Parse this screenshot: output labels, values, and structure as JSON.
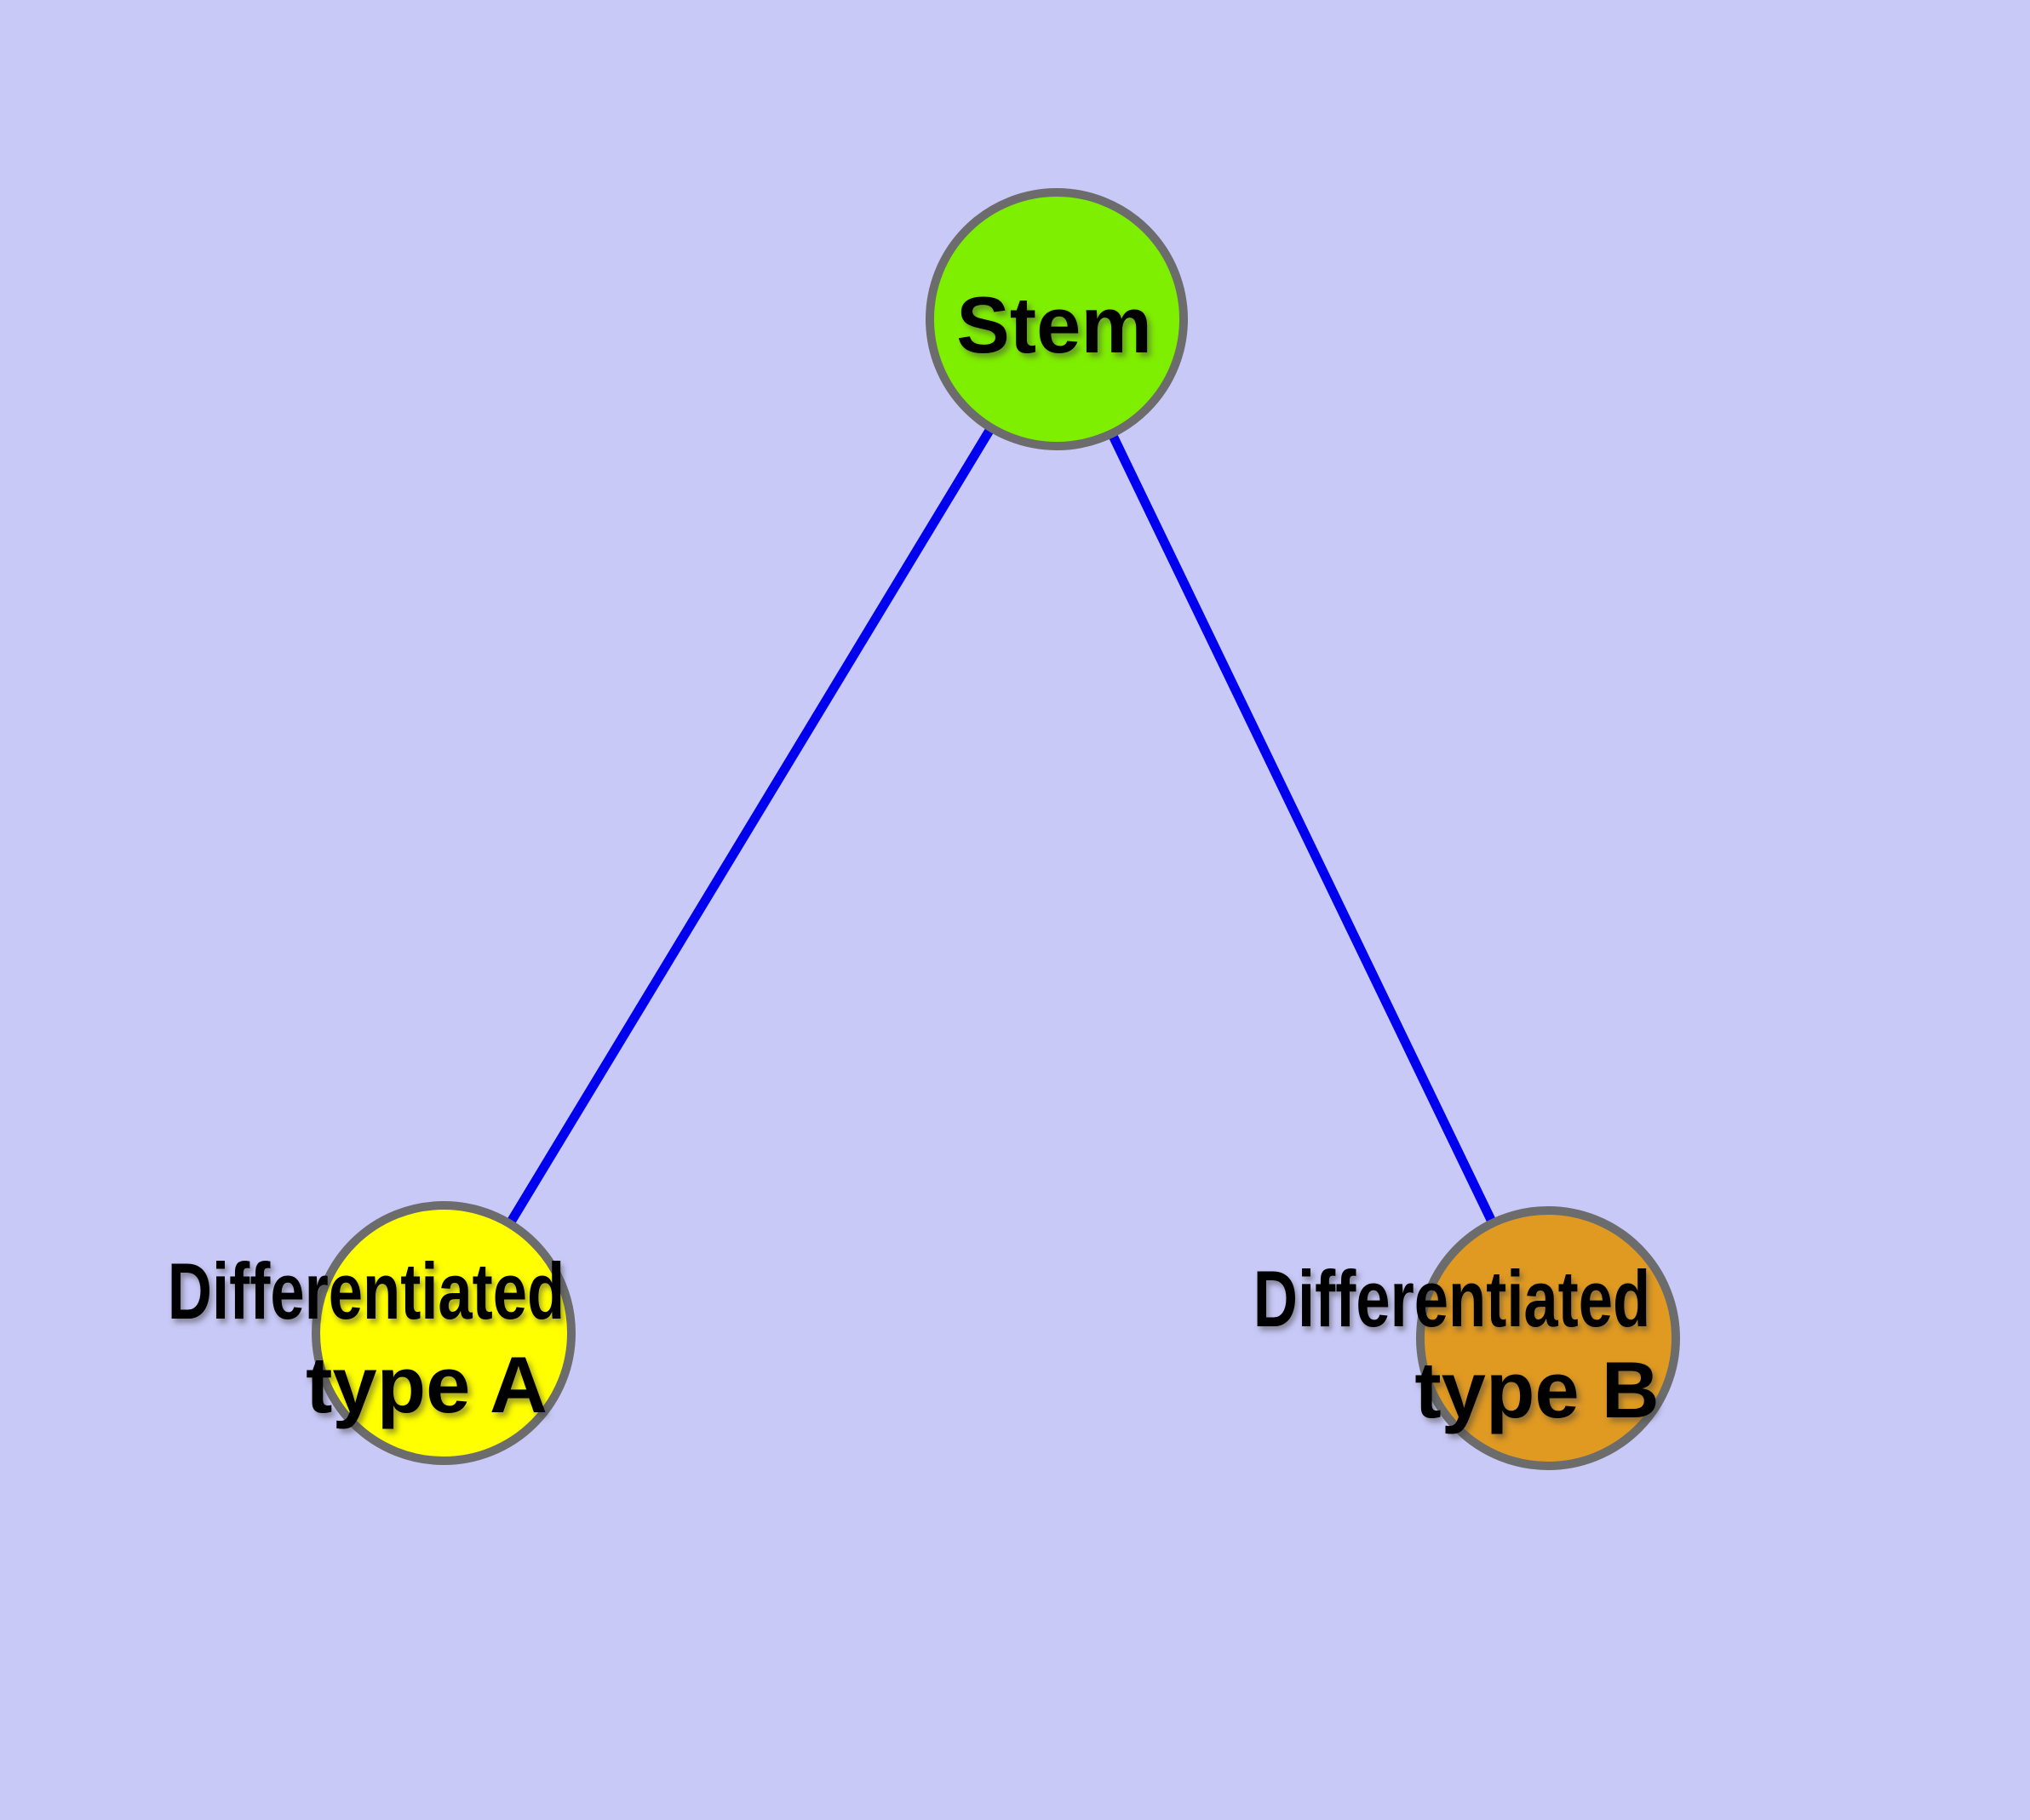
{
  "canvas": {
    "background": "#c9c9f8"
  },
  "diagram": {
    "type": "node-link-graph",
    "edge_color": "#0000ef",
    "node_border_color": "#6c6c6c",
    "nodes": {
      "stem": {
        "label": "Stem",
        "fill": "#7fef00"
      },
      "type_a": {
        "line1": "Differentiated",
        "line2": "type A",
        "fill": "#ffff00"
      },
      "type_b": {
        "line1": "Differentiated",
        "line2": "type B",
        "fill": "#e09a22"
      }
    },
    "edges": [
      {
        "from": "stem",
        "to": "type_a"
      },
      {
        "from": "stem",
        "to": "type_b"
      }
    ]
  }
}
